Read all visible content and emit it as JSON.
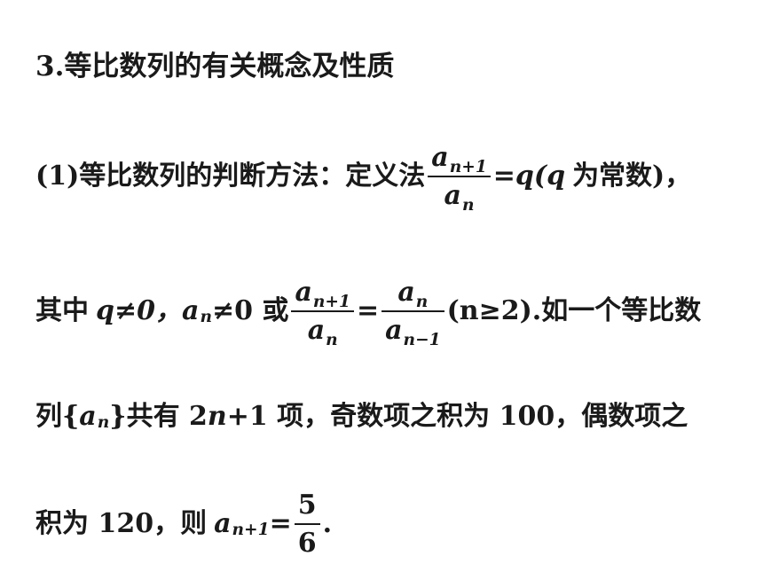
{
  "heading": "3.等比数列的有关概念及性质",
  "line1": {
    "prefix": "(1)等比数列的判断方法：定义法",
    "frac_num_base": "a",
    "frac_num_sub": "n+1",
    "frac_den_base": "a",
    "frac_den_sub": "n",
    "eq_q": "=q(q",
    "suffix": "为常数)，"
  },
  "line2": {
    "t1": "其中",
    "q_ne_0": "q≠0，",
    "a": "a",
    "sub_n": "n",
    "ne_0": "≠0 或",
    "f1_num_base": "a",
    "f1_num_sub": "n+1",
    "f1_den_base": "a",
    "f1_den_sub": "n",
    "eq": "=",
    "f2_num_base": "a",
    "f2_num_sub": "n",
    "f2_den_base": "a",
    "f2_den_sub": "n−1",
    "cond": "(n≥2).如一个等比数"
  },
  "line3": {
    "t1": "列{",
    "a": "a",
    "sub_n": "n",
    "t2": "}共有 2",
    "n": "n",
    "t3": "+1 项，奇数项之积为 100，偶数项之"
  },
  "line4": {
    "t1": "积为 120，则",
    "a": "a",
    "sub": "n+1",
    "eq": "=",
    "num": "5",
    "den": "6",
    "end": "."
  }
}
